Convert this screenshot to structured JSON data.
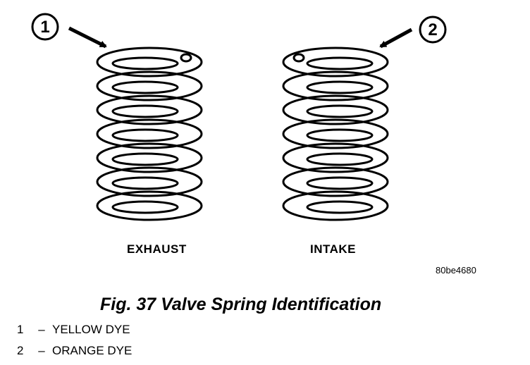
{
  "callouts": [
    {
      "number": "1",
      "target": "exhaust"
    },
    {
      "number": "2",
      "target": "intake"
    }
  ],
  "springs": [
    {
      "label": "EXHAUST"
    },
    {
      "label": "INTAKE"
    }
  ],
  "art_code": "80be4680",
  "caption": "Fig. 37 Valve Spring Identification",
  "legend": [
    {
      "number": "1",
      "dash": "–",
      "text": "YELLOW DYE"
    },
    {
      "number": "2",
      "dash": "–",
      "text": "ORANGE DYE"
    }
  ]
}
